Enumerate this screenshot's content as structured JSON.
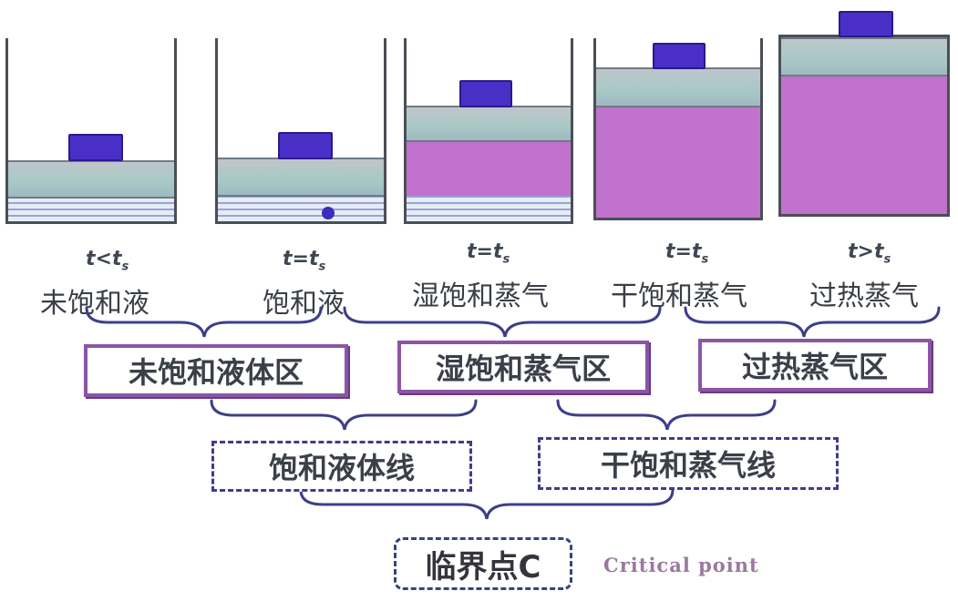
{
  "cylinders": [
    {
      "id": "c1",
      "condition": {
        "var": "t<t",
        "sub": "s"
      },
      "state": "未饱和液",
      "contents": "liquid"
    },
    {
      "id": "c2",
      "condition": {
        "var": "t=t",
        "sub": "s"
      },
      "state": "饱和液",
      "contents": "liquid-bubble"
    },
    {
      "id": "c3",
      "condition": {
        "var": "t=t",
        "sub": "s"
      },
      "state": "湿饱和蒸气",
      "contents": "liquid-vapor"
    },
    {
      "id": "c4",
      "condition": {
        "var": "t=t",
        "sub": "s"
      },
      "state": "干饱和蒸气",
      "contents": "vapor"
    },
    {
      "id": "c5",
      "condition": {
        "var": "t>t",
        "sub": "s"
      },
      "state": "过热蒸气",
      "contents": "vapor"
    }
  ],
  "zones": [
    "未饱和液体区",
    "湿饱和蒸气区",
    "过热蒸气区"
  ],
  "lines": [
    "饱和液体线",
    "干饱和蒸气线"
  ],
  "critical_point": {
    "label": "临界点C",
    "english": "Critical  point"
  },
  "colors": {
    "vapor": "#c172cc",
    "weight": "#4a2fc6",
    "brace": "#3d3f88",
    "zone_border": "#8b55a6"
  }
}
